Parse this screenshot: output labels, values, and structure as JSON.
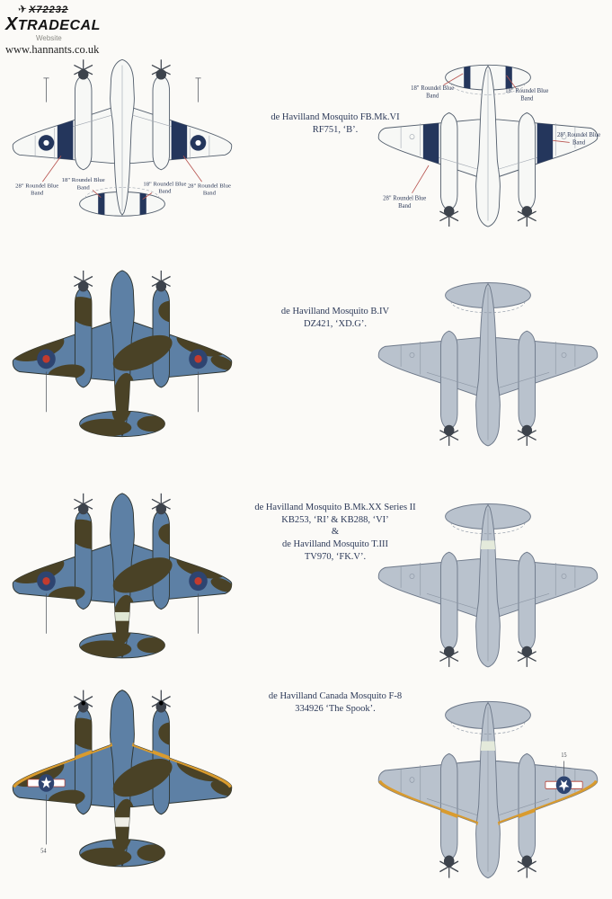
{
  "colors": {
    "paper": "#fbfaf7",
    "ink": "#2b3857",
    "navy": "#24365c",
    "camo-blue": "#5d80a5",
    "camo-olive": "#4a4226",
    "grey-air": "#b9c2cd",
    "white-air": "#f7f8f6",
    "yellow": "#d99b2e",
    "red": "#c23b2e",
    "leader": "#b85450",
    "band-pale": "#dfe7d4",
    "band-white": "#efeee6"
  },
  "logo": {
    "code": "X72232",
    "brand": "XTRADECAL",
    "website_label": "Website",
    "url": "www.hannants.co.uk"
  },
  "rows": [
    {
      "caption": [
        "de Havilland Mosquito FB.Mk.VI",
        "RF751, ‘B’."
      ]
    },
    {
      "caption": [
        "de Havilland Mosquito B.IV",
        "DZ421, ‘XD.G’."
      ]
    },
    {
      "caption": [
        "de Havilland Mosquito B.Mk.XX Series II",
        "KB253, ‘RI’ & KB288, ‘VI’",
        "&",
        "de Havilland Mosquito T.III",
        "TV970, ‘FK.V’."
      ]
    },
    {
      "caption": [
        "de Havilland Canada Mosquito F-8",
        "334926 ‘The Spook’."
      ]
    }
  ],
  "annotations": {
    "band28_line1": "28\" Roundel Blue",
    "band28_line2": "Band",
    "band18_line1": "18\" Roundel Blue",
    "band18_line2": "Band",
    "decal_num_camo": "54",
    "decal_num_grey": "15"
  }
}
